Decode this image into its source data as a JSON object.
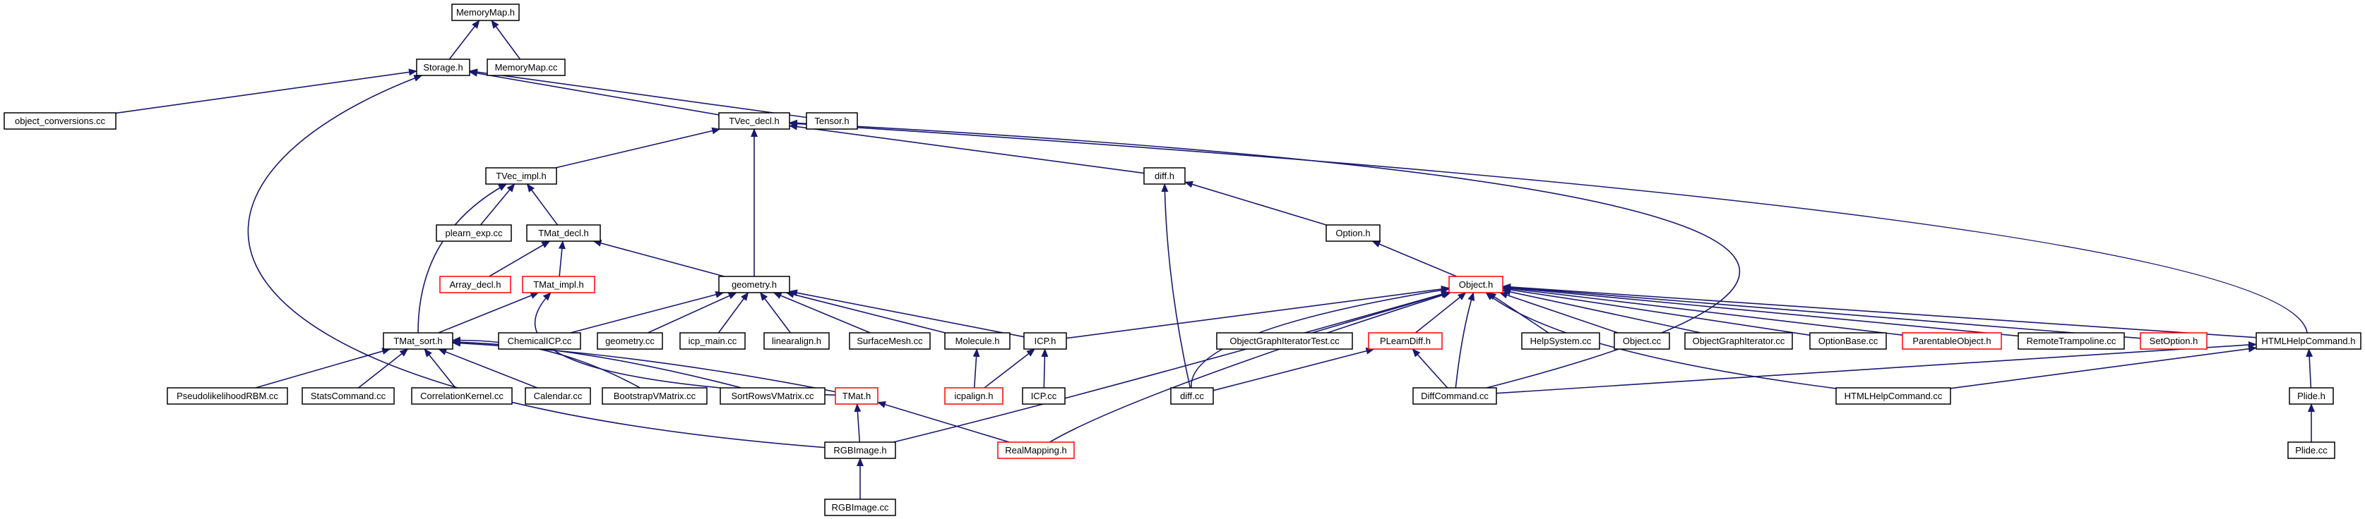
{
  "colors": {
    "edge": "#191970",
    "node_border": "#000000",
    "node_border_incomplete": "#ff0000",
    "root_fill": "#bfbfbf",
    "node_fill": "#ffffff",
    "text": "#000000"
  },
  "nodes": [
    {
      "id": "memorymap_h",
      "label": "MemoryMap.h",
      "root": true
    },
    {
      "id": "storage_h",
      "label": "Storage.h"
    },
    {
      "id": "memorymap_cc",
      "label": "MemoryMap.cc"
    },
    {
      "id": "object_conversions_cc",
      "label": "object_conversions.cc"
    },
    {
      "id": "tvec_decl_h",
      "label": "TVec_decl.h"
    },
    {
      "id": "tensor_h",
      "label": "Tensor.h"
    },
    {
      "id": "tvec_impl_h",
      "label": "TVec_impl.h"
    },
    {
      "id": "diff_h",
      "label": "diff.h"
    },
    {
      "id": "plearn_exp_cc",
      "label": "plearn_exp.cc"
    },
    {
      "id": "tmat_decl_h",
      "label": "TMat_decl.h"
    },
    {
      "id": "option_h",
      "label": "Option.h"
    },
    {
      "id": "array_decl_h",
      "label": "Array_decl.h",
      "incomplete": true
    },
    {
      "id": "tmat_impl_h",
      "label": "TMat_impl.h",
      "incomplete": true
    },
    {
      "id": "geometry_h",
      "label": "geometry.h"
    },
    {
      "id": "object_h",
      "label": "Object.h",
      "incomplete": true
    },
    {
      "id": "tmat_sort_h",
      "label": "TMat_sort.h"
    },
    {
      "id": "chemicalicp_cc",
      "label": "ChemicalICP.cc"
    },
    {
      "id": "geometry_cc",
      "label": "geometry.cc"
    },
    {
      "id": "icp_main_cc",
      "label": "icp_main.cc"
    },
    {
      "id": "linearalign_h",
      "label": "linearalign.h"
    },
    {
      "id": "surfacemesh_cc",
      "label": "SurfaceMesh.cc"
    },
    {
      "id": "molecule_h",
      "label": "Molecule.h"
    },
    {
      "id": "icp_h",
      "label": "ICP.h"
    },
    {
      "id": "objectgraphiteratortest_cc",
      "label": "ObjectGraphIteratorTest.cc"
    },
    {
      "id": "plearndiff_h",
      "label": "PLearnDiff.h",
      "incomplete": true
    },
    {
      "id": "helpsystem_cc",
      "label": "HelpSystem.cc"
    },
    {
      "id": "object_cc",
      "label": "Object.cc"
    },
    {
      "id": "objectgraphiterator_cc",
      "label": "ObjectGraphIterator.cc"
    },
    {
      "id": "optionbase_cc",
      "label": "OptionBase.cc"
    },
    {
      "id": "parentableobject_h",
      "label": "ParentableObject.h",
      "incomplete": true
    },
    {
      "id": "remotetrampoline_cc",
      "label": "RemoteTrampoline.cc"
    },
    {
      "id": "setoption_h",
      "label": "SetOption.h",
      "incomplete": true
    },
    {
      "id": "htmlhelpcommand_h",
      "label": "HTMLHelpCommand.h"
    },
    {
      "id": "pseudolikelihoodrbm_cc",
      "label": "PseudolikelihoodRBM.cc"
    },
    {
      "id": "statscommand_cc",
      "label": "StatsCommand.cc"
    },
    {
      "id": "correlationkernel_cc",
      "label": "CorrelationKernel.cc"
    },
    {
      "id": "calendar_cc",
      "label": "Calendar.cc"
    },
    {
      "id": "bootstrapvmatrix_cc",
      "label": "BootstrapVMatrix.cc"
    },
    {
      "id": "sortrowsvmatrix_cc",
      "label": "SortRowsVMatrix.cc"
    },
    {
      "id": "tmat_h",
      "label": "TMat.h",
      "incomplete": true
    },
    {
      "id": "icpalign_h",
      "label": "icpalign.h",
      "incomplete": true
    },
    {
      "id": "icp_cc",
      "label": "ICP.cc"
    },
    {
      "id": "diff_cc",
      "label": "diff.cc"
    },
    {
      "id": "diffcommand_cc",
      "label": "DiffCommand.cc"
    },
    {
      "id": "htmlhelpcommand_cc",
      "label": "HTMLHelpCommand.cc"
    },
    {
      "id": "plide_h",
      "label": "Plide.h"
    },
    {
      "id": "rgbimage_h",
      "label": "RGBImage.h"
    },
    {
      "id": "realmapping_h",
      "label": "RealMapping.h",
      "incomplete": true
    },
    {
      "id": "plide_cc",
      "label": "Plide.cc"
    },
    {
      "id": "rgbimage_cc",
      "label": "RGBImage.cc"
    }
  ],
  "edges": [
    {
      "from": "storage_h",
      "to": "memorymap_h"
    },
    {
      "from": "memorymap_cc",
      "to": "memorymap_h"
    },
    {
      "from": "object_conversions_cc",
      "to": "storage_h"
    },
    {
      "from": "tvec_decl_h",
      "to": "storage_h"
    },
    {
      "from": "tensor_h",
      "to": "storage_h"
    },
    {
      "from": "rgbimage_h",
      "to": "storage_h"
    },
    {
      "from": "tvec_impl_h",
      "to": "tvec_decl_h"
    },
    {
      "from": "geometry_h",
      "to": "tvec_decl_h"
    },
    {
      "from": "diff_h",
      "to": "tvec_decl_h"
    },
    {
      "from": "htmlhelpcommand_h",
      "to": "tvec_decl_h"
    },
    {
      "from": "diffcommand_cc",
      "to": "tvec_decl_h"
    },
    {
      "from": "plearn_exp_cc",
      "to": "tvec_impl_h"
    },
    {
      "from": "tmat_decl_h",
      "to": "tvec_impl_h"
    },
    {
      "from": "tmat_sort_h",
      "to": "tvec_impl_h"
    },
    {
      "from": "option_h",
      "to": "diff_h"
    },
    {
      "from": "diff_cc",
      "to": "diff_h"
    },
    {
      "from": "array_decl_h",
      "to": "tmat_decl_h"
    },
    {
      "from": "tmat_impl_h",
      "to": "tmat_decl_h"
    },
    {
      "from": "geometry_h",
      "to": "tmat_decl_h"
    },
    {
      "from": "object_h",
      "to": "option_h"
    },
    {
      "from": "tmat_sort_h",
      "to": "tmat_impl_h"
    },
    {
      "from": "tmat_h",
      "to": "tmat_impl_h"
    },
    {
      "from": "chemicalicp_cc",
      "to": "geometry_h"
    },
    {
      "from": "geometry_cc",
      "to": "geometry_h"
    },
    {
      "from": "icp_main_cc",
      "to": "geometry_h"
    },
    {
      "from": "linearalign_h",
      "to": "geometry_h"
    },
    {
      "from": "surfacemesh_cc",
      "to": "geometry_h"
    },
    {
      "from": "molecule_h",
      "to": "geometry_h"
    },
    {
      "from": "icp_h",
      "to": "geometry_h"
    },
    {
      "from": "icp_h",
      "to": "object_h"
    },
    {
      "from": "objectgraphiteratortest_cc",
      "to": "object_h"
    },
    {
      "from": "plearndiff_h",
      "to": "object_h"
    },
    {
      "from": "helpsystem_cc",
      "to": "object_h"
    },
    {
      "from": "object_cc",
      "to": "object_h"
    },
    {
      "from": "objectgraphiterator_cc",
      "to": "object_h"
    },
    {
      "from": "optionbase_cc",
      "to": "object_h"
    },
    {
      "from": "parentableobject_h",
      "to": "object_h"
    },
    {
      "from": "remotetrampoline_cc",
      "to": "object_h"
    },
    {
      "from": "setoption_h",
      "to": "object_h"
    },
    {
      "from": "htmlhelpcommand_h",
      "to": "object_h"
    },
    {
      "from": "diff_cc",
      "to": "object_h"
    },
    {
      "from": "diffcommand_cc",
      "to": "object_h"
    },
    {
      "from": "htmlhelpcommand_cc",
      "to": "object_h"
    },
    {
      "from": "rgbimage_h",
      "to": "object_h"
    },
    {
      "from": "realmapping_h",
      "to": "object_h"
    },
    {
      "from": "pseudolikelihoodrbm_cc",
      "to": "tmat_sort_h"
    },
    {
      "from": "statscommand_cc",
      "to": "tmat_sort_h"
    },
    {
      "from": "correlationkernel_cc",
      "to": "tmat_sort_h"
    },
    {
      "from": "calendar_cc",
      "to": "tmat_sort_h"
    },
    {
      "from": "bootstrapvmatrix_cc",
      "to": "tmat_sort_h"
    },
    {
      "from": "sortrowsvmatrix_cc",
      "to": "tmat_sort_h"
    },
    {
      "from": "tmat_h",
      "to": "tmat_sort_h"
    },
    {
      "from": "icpalign_h",
      "to": "molecule_h"
    },
    {
      "from": "icpalign_h",
      "to": "icp_h"
    },
    {
      "from": "icp_cc",
      "to": "icp_h"
    },
    {
      "from": "diff_cc",
      "to": "plearndiff_h"
    },
    {
      "from": "diffcommand_cc",
      "to": "plearndiff_h"
    },
    {
      "from": "diffcommand_cc",
      "to": "htmlhelpcommand_h"
    },
    {
      "from": "htmlhelpcommand_cc",
      "to": "htmlhelpcommand_h"
    },
    {
      "from": "plide_h",
      "to": "htmlhelpcommand_h"
    },
    {
      "from": "rgbimage_h",
      "to": "tmat_h"
    },
    {
      "from": "realmapping_h",
      "to": "tmat_h"
    },
    {
      "from": "plide_cc",
      "to": "plide_h"
    },
    {
      "from": "rgbimage_cc",
      "to": "rgbimage_h"
    }
  ]
}
